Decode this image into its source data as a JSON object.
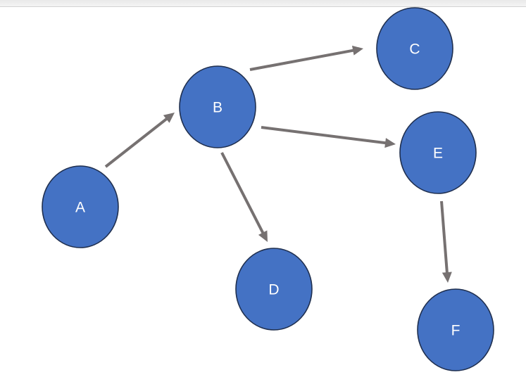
{
  "diagram": {
    "colors": {
      "node_fill": "#4472c4",
      "node_border": "#1f2f4f",
      "node_text": "#ffffff",
      "edge": "#767171"
    },
    "nodes": [
      {
        "id": "A",
        "label": "A"
      },
      {
        "id": "B",
        "label": "B"
      },
      {
        "id": "C",
        "label": "C"
      },
      {
        "id": "D",
        "label": "D"
      },
      {
        "id": "E",
        "label": "E"
      },
      {
        "id": "F",
        "label": "F"
      }
    ],
    "edges": [
      {
        "from": "A",
        "to": "B"
      },
      {
        "from": "B",
        "to": "C"
      },
      {
        "from": "B",
        "to": "E"
      },
      {
        "from": "B",
        "to": "D"
      },
      {
        "from": "E",
        "to": "F"
      }
    ]
  }
}
